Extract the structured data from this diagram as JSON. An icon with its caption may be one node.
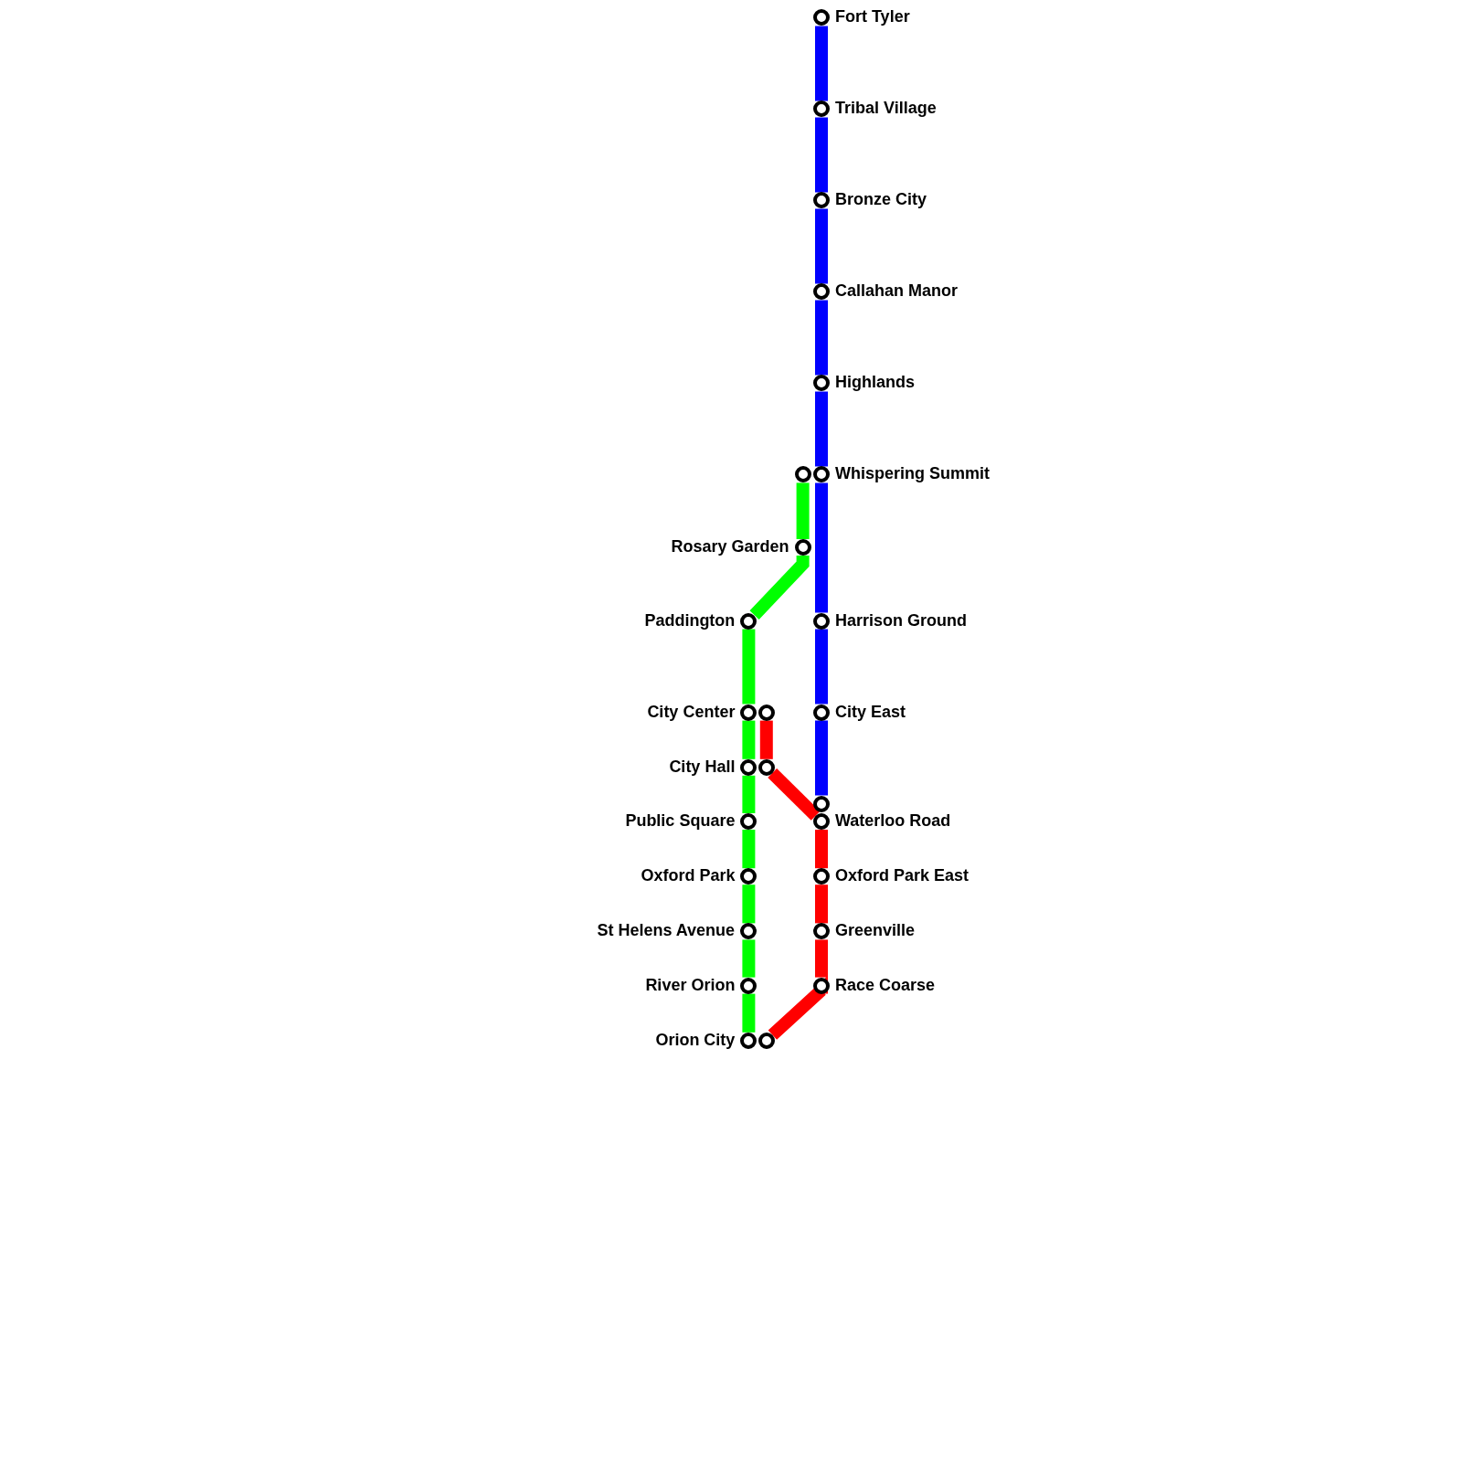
{
  "diagram": {
    "nodes": [
      {
        "text": [],
        "shape": "circle",
        "beside": [
          "Fort Tyler"
        ]
      },
      {
        "text": [],
        "shape": "circle",
        "beside": [
          "Tribal Village"
        ]
      },
      {
        "text": [],
        "shape": "circle",
        "beside": [
          "Bronze City"
        ]
      },
      {
        "text": [],
        "shape": "circle",
        "beside": [
          "Callahan Manor"
        ]
      },
      {
        "text": [],
        "shape": "circle",
        "beside": [
          "Highlands"
        ]
      },
      {
        "text": [],
        "shape": "circle"
      },
      {
        "text": [],
        "shape": "circle",
        "beside": [
          "Whispering Summit"
        ]
      },
      {
        "text": [],
        "shape": "circle",
        "beside": [
          "Rosary Garden"
        ]
      },
      {
        "text": [],
        "shape": "circle",
        "beside": [
          "Paddington"
        ]
      },
      {
        "text": [],
        "shape": "circle",
        "beside": [
          "Harrison Ground"
        ]
      },
      {
        "text": [],
        "shape": "circle",
        "beside": [
          "City Center"
        ]
      },
      {
        "text": [],
        "shape": "circle"
      },
      {
        "text": [],
        "shape": "circle",
        "beside": [
          "City East"
        ]
      },
      {
        "text": [],
        "shape": "circle",
        "beside": [
          "City Hall"
        ]
      },
      {
        "text": [],
        "shape": "circle"
      },
      {
        "text": [],
        "shape": "circle"
      },
      {
        "text": [],
        "shape": "circle",
        "beside": [
          "Public Square"
        ]
      },
      {
        "text": [],
        "shape": "circle",
        "beside": [
          "Waterloo Road"
        ]
      },
      {
        "text": [],
        "shape": "circle",
        "beside": [
          "Oxford Park"
        ]
      },
      {
        "text": [],
        "shape": "circle",
        "beside": [
          "Oxford Park East"
        ]
      },
      {
        "text": [],
        "shape": "circle",
        "beside": [
          "St Helens Avenue"
        ]
      },
      {
        "text": [],
        "shape": "circle",
        "beside": [
          "Greenville"
        ]
      },
      {
        "text": [],
        "shape": "circle",
        "beside": [
          "River Orion"
        ]
      },
      {
        "text": [],
        "shape": "circle",
        "beside": [
          "Race Coarse"
        ]
      },
      {
        "text": [],
        "shape": "circle",
        "beside": [
          "Orion City"
        ]
      },
      {
        "text": [],
        "shape": "circle"
      }
    ],
    "edges": [
      {
        "from": 0,
        "to": 1,
        "arrow": "none",
        "color": "#0000ff"
      },
      {
        "from": 1,
        "to": 2,
        "arrow": "none",
        "color": "#0000ff"
      },
      {
        "from": 2,
        "to": 3,
        "arrow": "none",
        "color": "#0000ff"
      },
      {
        "from": 3,
        "to": 4,
        "arrow": "none",
        "color": "#0000ff"
      },
      {
        "from": 4,
        "to": 6,
        "arrow": "none",
        "color": "#0000ff"
      },
      {
        "from": 6,
        "to": 9,
        "arrow": "none",
        "color": "#0000ff"
      },
      {
        "from": 9,
        "to": 12,
        "arrow": "none",
        "color": "#0000ff"
      },
      {
        "from": 12,
        "to": 15,
        "arrow": "none",
        "color": "#0000ff"
      },
      {
        "from": 5,
        "to": 7,
        "arrow": "none",
        "color": "#00ff00"
      },
      {
        "from": 7,
        "to": 8,
        "arrow": "none",
        "color": "#00ff00"
      },
      {
        "from": 8,
        "to": 10,
        "arrow": "none",
        "color": "#00ff00"
      },
      {
        "from": 10,
        "to": 13,
        "arrow": "none",
        "color": "#00ff00"
      },
      {
        "from": 13,
        "to": 16,
        "arrow": "none",
        "color": "#00ff00"
      },
      {
        "from": 16,
        "to": 18,
        "arrow": "none",
        "color": "#00ff00"
      },
      {
        "from": 18,
        "to": 20,
        "arrow": "none",
        "color": "#00ff00"
      },
      {
        "from": 20,
        "to": 22,
        "arrow": "none",
        "color": "#00ff00"
      },
      {
        "from": 22,
        "to": 24,
        "arrow": "none",
        "color": "#00ff00"
      },
      {
        "from": 11,
        "to": 14,
        "arrow": "none",
        "color": "#ff0000"
      },
      {
        "from": 14,
        "to": 17,
        "arrow": "none",
        "color": "#ff0000"
      },
      {
        "from": 17,
        "to": 19,
        "arrow": "none",
        "color": "#ff0000"
      },
      {
        "from": 19,
        "to": 21,
        "arrow": "none",
        "color": "#ff0000"
      },
      {
        "from": 21,
        "to": 23,
        "arrow": "none",
        "color": "#ff0000"
      },
      {
        "from": 23,
        "to": 25,
        "arrow": "none",
        "color": "#ff0000"
      }
    ]
  }
}
